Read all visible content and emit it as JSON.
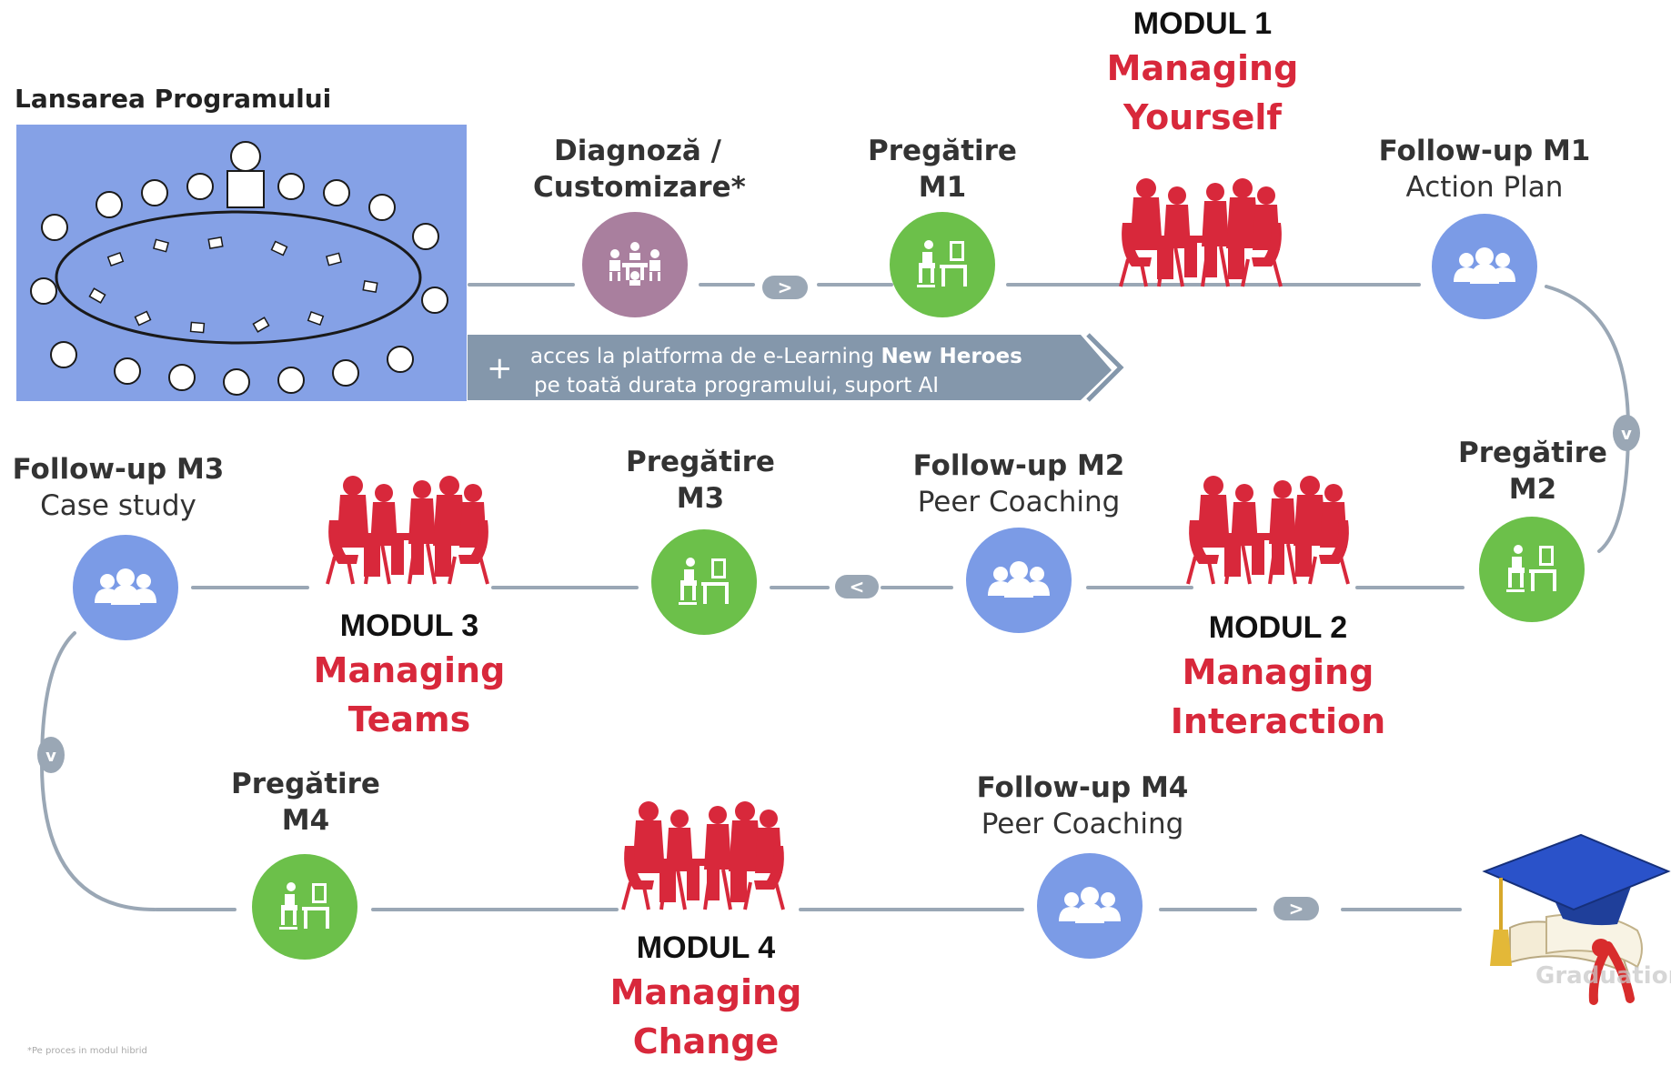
{
  "launch": {
    "caption": "Lansarea Programului"
  },
  "banner": {
    "line1_prefix": "acces la platforma de e-Learning ",
    "line1_bold": "New Heroes",
    "line2": "pe toată durata programului, suport AI",
    "plus": "+"
  },
  "arrows": {
    "right": ">",
    "left": "<",
    "down": "v"
  },
  "steps": {
    "diagnosis": {
      "line1": "Diagnoză /",
      "line2": "Customizare*"
    },
    "prep_m1": {
      "line1": "Pregătire",
      "line2": "M1"
    },
    "follow_m1": {
      "line1": "Follow-up M1",
      "line2": "Action Plan"
    },
    "prep_m2": {
      "line1": "Pregătire",
      "line2": "M2"
    },
    "follow_m2": {
      "line1": "Follow-up M2",
      "line2": "Peer Coaching"
    },
    "prep_m3": {
      "line1": "Pregătire",
      "line2": "M3"
    },
    "follow_m3": {
      "line1": "Follow-up M3",
      "line2": "Case study"
    },
    "prep_m4": {
      "line1": "Pregătire",
      "line2": "M4"
    },
    "follow_m4": {
      "line1": "Follow-up M4",
      "line2": "Peer Coaching"
    }
  },
  "modules": {
    "m1": {
      "title": "MODUL 1",
      "name1": "Managing",
      "name2": "Yourself"
    },
    "m2": {
      "title": "MODUL 2",
      "name1": "Managing",
      "name2": "Interaction"
    },
    "m3": {
      "title": "MODUL 3",
      "name1": "Managing",
      "name2": "Teams"
    },
    "m4": {
      "title": "MODUL 4",
      "name1": "Managing",
      "name2": "Change"
    }
  },
  "graduation": {
    "label": "Graduation"
  },
  "footnote": "*Pe proces in modul hibrid",
  "colors": {
    "line": "#9aa7b5",
    "banner": "#8497ab",
    "photo_bg": "#85a1e6",
    "diagnosis": "#a97f9e",
    "prep": "#6cc04a",
    "followup": "#7b9be6",
    "module_red": "#d8283b",
    "arrow_pill": "#9aa7b5"
  },
  "icons": {
    "diagnosis": "meeting-table-icon",
    "prep": "desk-computer-icon",
    "followup": "group-people-icon",
    "module": "team-meeting-silhouette",
    "graduation": "graduation-cap-diploma-icon"
  }
}
